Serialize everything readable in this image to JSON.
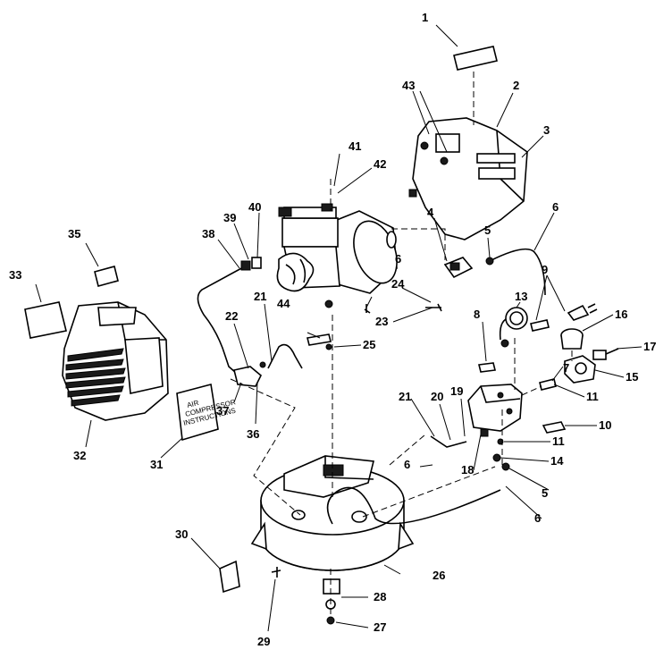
{
  "diagram": {
    "callouts": [
      {
        "id": "1",
        "text": "1"
      },
      {
        "id": "2",
        "text": "2"
      },
      {
        "id": "3",
        "text": "3"
      },
      {
        "id": "4",
        "text": "4"
      },
      {
        "id": "5a",
        "text": "5"
      },
      {
        "id": "5b",
        "text": "5"
      },
      {
        "id": "6a",
        "text": "6"
      },
      {
        "id": "6b",
        "text": "6"
      },
      {
        "id": "6c",
        "text": "6"
      },
      {
        "id": "6d",
        "text": "6"
      },
      {
        "id": "7",
        "text": "7"
      },
      {
        "id": "8",
        "text": "8"
      },
      {
        "id": "9",
        "text": "9"
      },
      {
        "id": "10",
        "text": "10"
      },
      {
        "id": "11a",
        "text": "11"
      },
      {
        "id": "11b",
        "text": "11"
      },
      {
        "id": "13",
        "text": "13"
      },
      {
        "id": "14",
        "text": "14"
      },
      {
        "id": "15",
        "text": "15"
      },
      {
        "id": "16",
        "text": "16"
      },
      {
        "id": "17",
        "text": "17"
      },
      {
        "id": "18",
        "text": "18"
      },
      {
        "id": "19",
        "text": "19"
      },
      {
        "id": "20",
        "text": "20"
      },
      {
        "id": "21a",
        "text": "21"
      },
      {
        "id": "21b",
        "text": "21"
      },
      {
        "id": "22",
        "text": "22"
      },
      {
        "id": "23",
        "text": "23"
      },
      {
        "id": "24",
        "text": "24"
      },
      {
        "id": "25",
        "text": "25"
      },
      {
        "id": "26",
        "text": "26"
      },
      {
        "id": "27",
        "text": "27"
      },
      {
        "id": "28",
        "text": "28"
      },
      {
        "id": "29",
        "text": "29"
      },
      {
        "id": "30",
        "text": "30"
      },
      {
        "id": "31",
        "text": "31"
      },
      {
        "id": "32",
        "text": "32"
      },
      {
        "id": "33",
        "text": "33"
      },
      {
        "id": "35",
        "text": "35"
      },
      {
        "id": "36",
        "text": "36"
      },
      {
        "id": "37",
        "text": "37"
      },
      {
        "id": "38",
        "text": "38"
      },
      {
        "id": "39",
        "text": "39"
      },
      {
        "id": "40",
        "text": "40"
      },
      {
        "id": "41",
        "text": "41"
      },
      {
        "id": "42",
        "text": "42"
      },
      {
        "id": "43",
        "text": "43"
      },
      {
        "id": "44",
        "text": "44"
      }
    ],
    "instruction_label_lines": [
      "AIR",
      "COMPRESSOR",
      "INSTRUCTIONS"
    ]
  }
}
